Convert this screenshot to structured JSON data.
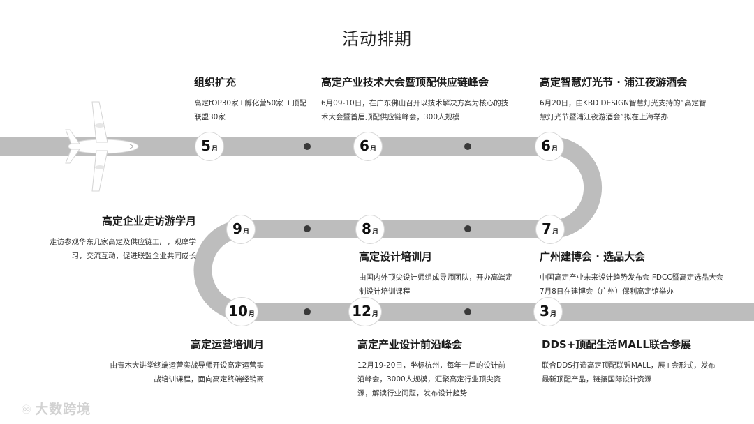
{
  "title": "活动排期",
  "month_unit": "月",
  "events": [
    {
      "key": "zuzhi",
      "title": "组织扩充",
      "desc": "高定tOP30家+孵化营50家 +顶配联盟30家",
      "month": "5"
    },
    {
      "key": "jishu",
      "title": "高定产业技术大会暨顶配供应链峰会",
      "desc": "6月09-10日，在广东佛山召开以技术解决方案为核心的技术大会暨首届顶配供应链峰会，300人规模",
      "month": "6"
    },
    {
      "key": "dengguang",
      "title": "高定智慧灯光节 · 浦江夜游酒会",
      "desc": "6月20日，由KBD DESIGN智慧灯光支持的“高定智慧灯光节暨浦江夜游酒会”拟在上海举办",
      "month": "6"
    },
    {
      "key": "jianbo",
      "title": "广州建博会 · 选品大会",
      "desc": "中国高定产业未来设计趋势发布会 FDCC暨高定选品大会7月8日在建博会（广州）保利高定馆举办",
      "month": "7"
    },
    {
      "key": "sheji",
      "title": "高定设计培训月",
      "desc": "由国内外顶尖设计师组成导师团队，开办高端定制设计培训课程",
      "month": "8"
    },
    {
      "key": "zoufang",
      "title": "高定企业走访游学月",
      "desc": "走访参观华东几家高定及供应链工厂，观摩学习，交流互动，促进联盟企业共同成长",
      "month": "9"
    },
    {
      "key": "yunying",
      "title": "高定运营培训月",
      "desc": "由青木大讲堂终端运营实战导师开设高定运营实战培训课程，面向高定终端经销商",
      "month": "10"
    },
    {
      "key": "qianyan",
      "title": "高定产业设计前沿峰会",
      "desc": "12月19-20日，坐标杭州，每年一届的设计前沿峰会，3000人规模，汇聚高定行业顶尖资源，解读行业问题，发布设计趋势",
      "month": "12"
    },
    {
      "key": "dds",
      "title": "DDS+顶配生活MALL联合参展",
      "desc": "联合DDS打造高定顶配联盟MALL，展+会形式，发布最新顶配产品，链接国际设计资源",
      "month": "3"
    }
  ],
  "watermark": "大数跨境",
  "colors": {
    "road": "#bdbdbd",
    "dot": "#3a3a3a",
    "badge_bg": "#ffffff",
    "text": "#222222"
  },
  "icons": {
    "plane": "airplane-icon",
    "watermark": "cross-border-logo-icon"
  }
}
